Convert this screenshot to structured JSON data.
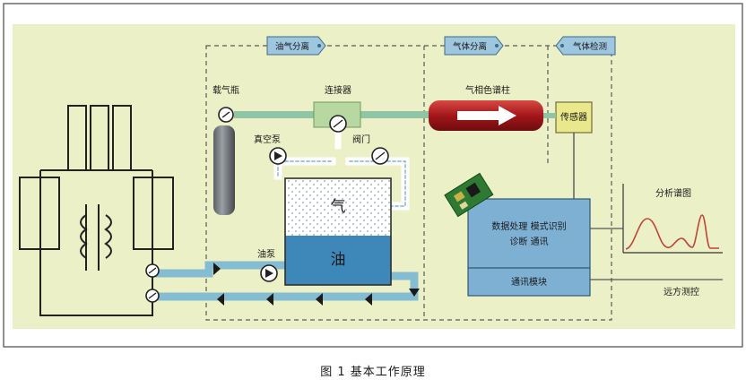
{
  "tags": {
    "oil_gas_separation": "油气分离",
    "gas_separation": "气体分离",
    "gas_detection": "气体检测"
  },
  "labels": {
    "carrier_gas": "载气瓶",
    "connector": "连接器",
    "column": "气相色谱柱",
    "vacuum_pump": "真空泵",
    "valve": "阀门",
    "sensor": "传感器",
    "gas_phase": "气",
    "oil_phase": "油",
    "oil_pump": "油泵",
    "spectrum": "分析谱图",
    "remote": "远方测控"
  },
  "processor": {
    "line1": "数据处理  模式识别",
    "line2": "诊断  通讯",
    "comm": "通讯模块"
  },
  "caption": "图 1 基本工作原理",
  "colors": {
    "background": "#ecf0c6",
    "pipe": "#84bdd2",
    "oil": "#3e87b9",
    "column": "#b21f22",
    "module": "#7eb0d4",
    "sensor": "#e9e88a"
  }
}
